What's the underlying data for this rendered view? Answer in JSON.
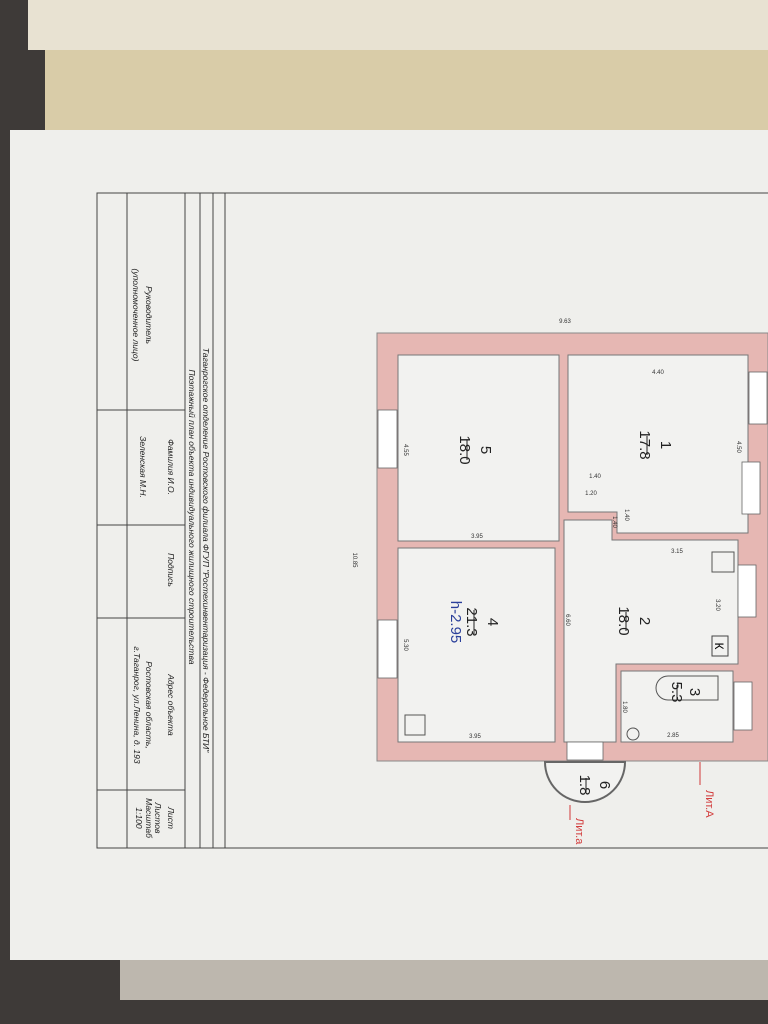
{
  "title_block": {
    "org_line": "Таганрогское отделение Ростовского филиала ФГУП \"Ростехинвентаризация - Федеральное БТИ\"",
    "plan_title": "Поэтажный план объекта индивидуального жилищного строительства",
    "col_name": "Фамилия И.О.",
    "col_signature": "Подпись",
    "col_address": "Адрес объекта",
    "col_sheet": "Лист",
    "role": "Руководитель",
    "role_note": "(уполномоченное лицо)",
    "person": "Зеленская М.Н.",
    "address_line1": "Ростовская область,",
    "address_line2": "г.Таганрог, ул.Ленина, д. 193",
    "sheets_label": "Листов",
    "scale_label": "Масштаб",
    "scale_value": "1:100"
  },
  "rooms": [
    {
      "number": "1",
      "area": "17.8"
    },
    {
      "number": "2",
      "area": "18.0"
    },
    {
      "number": "3",
      "area": "5.3"
    },
    {
      "number": "4",
      "area": "21.3",
      "height": "h-2.95"
    },
    {
      "number": "5",
      "area": "18.0"
    },
    {
      "number": "6",
      "area": "1.8"
    }
  ],
  "dimensions": {
    "total_width": "9.63",
    "total_length": "10.85",
    "r1_top": "4.40",
    "r1_side": "4.50",
    "r5_side": "4.55",
    "r5_bottom": "3.95",
    "hall_a": "1.40",
    "hall_b": "1.20",
    "hall_c": "1.40",
    "hall_d": "1.40",
    "r2_top": "3.15",
    "r2_side": "3.20",
    "corridor": "6.60",
    "r4_side": "5.30",
    "r4_bottom": "3.95",
    "r3_side": "1.80",
    "r3_bottom": "2.85"
  },
  "kitchen_mark": "К",
  "lit_main": "Лит.А",
  "lit_porch": "Лит.а",
  "colors": {
    "wall": "#e6b7b3",
    "paper": "#efefec",
    "lit": "#d23a3a",
    "height": "#2a3f9a"
  }
}
